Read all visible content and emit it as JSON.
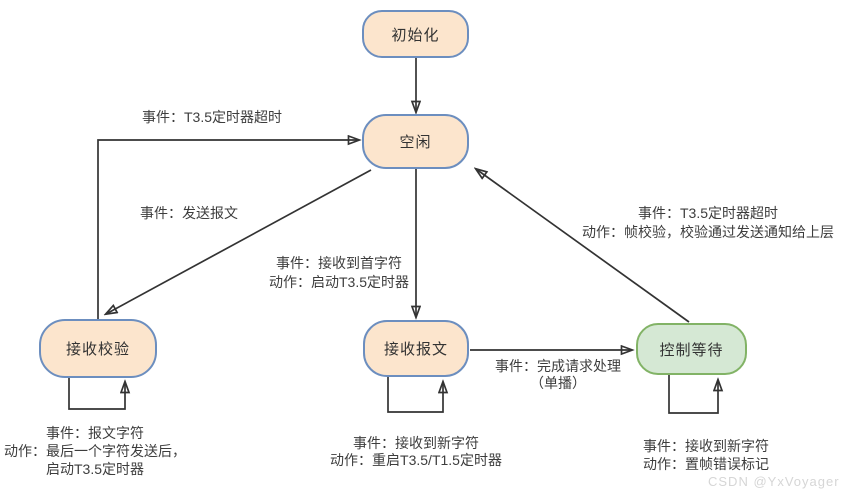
{
  "diagram": {
    "type": "state-machine",
    "colors": {
      "state_fill": "#fce5cd",
      "state_border": "#6c8ebf",
      "final_state_fill": "#d5e8d4",
      "final_state_border": "#82b366",
      "arrow": "#333333",
      "label_text": "#3d3d3d"
    },
    "nodes": {
      "init": {
        "label": "初始化"
      },
      "idle": {
        "label": "空闲"
      },
      "recv_check": {
        "label": "接收校验"
      },
      "recv_msg": {
        "label": "接收报文"
      },
      "ctrl_wait": {
        "label": "控制等待"
      }
    },
    "edges": {
      "recv_check_to_idle": {
        "event": "事件：T3.5定时器超时"
      },
      "idle_to_recv_check": {
        "event": "事件：发送报文"
      },
      "idle_to_recv_msg": {
        "event": "事件：接收到首字符",
        "action": "动作：启动T3.5定时器"
      },
      "ctrl_wait_to_idle": {
        "event": "事件：T3.5定时器超时",
        "action": "动作：帧校验，校验通过发送通知给上层"
      },
      "recv_msg_to_ctrl_wait": {
        "event": "事件：完成请求处理",
        "note": "（单播）"
      },
      "recv_check_self": {
        "event": "事件：报文字符",
        "action_line1": "动作：最后一个字符发送后，",
        "action_line2": "启动T3.5定时器"
      },
      "recv_msg_self": {
        "event": "事件：接收到新字符",
        "action": "动作：重启T3.5/T1.5定时器"
      },
      "ctrl_wait_self": {
        "event": "事件：接收到新字符",
        "action": "动作：置帧错误标记"
      }
    }
  },
  "watermark": "CSDN @YxVoyager"
}
